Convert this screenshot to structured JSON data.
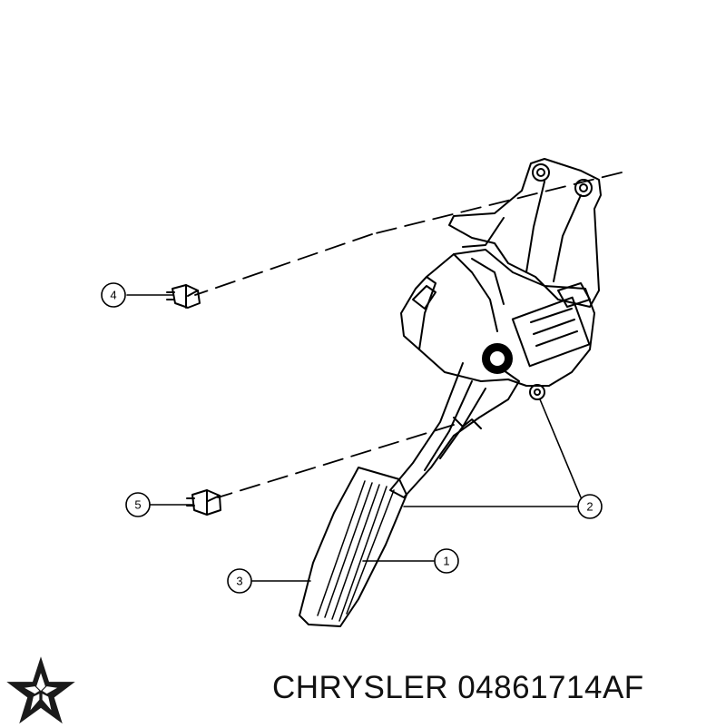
{
  "callouts": [
    {
      "id": "1",
      "label": "1"
    },
    {
      "id": "2",
      "label": "2"
    },
    {
      "id": "3",
      "label": "3"
    },
    {
      "id": "4",
      "label": "4"
    },
    {
      "id": "5",
      "label": "5"
    }
  ],
  "caption": {
    "brand": "CHRYSLER",
    "part_number": "04861714AF"
  },
  "colors": {
    "line": "#000000",
    "background": "#ffffff"
  },
  "icons": {
    "logo": "chrysler-pentastar-icon"
  }
}
